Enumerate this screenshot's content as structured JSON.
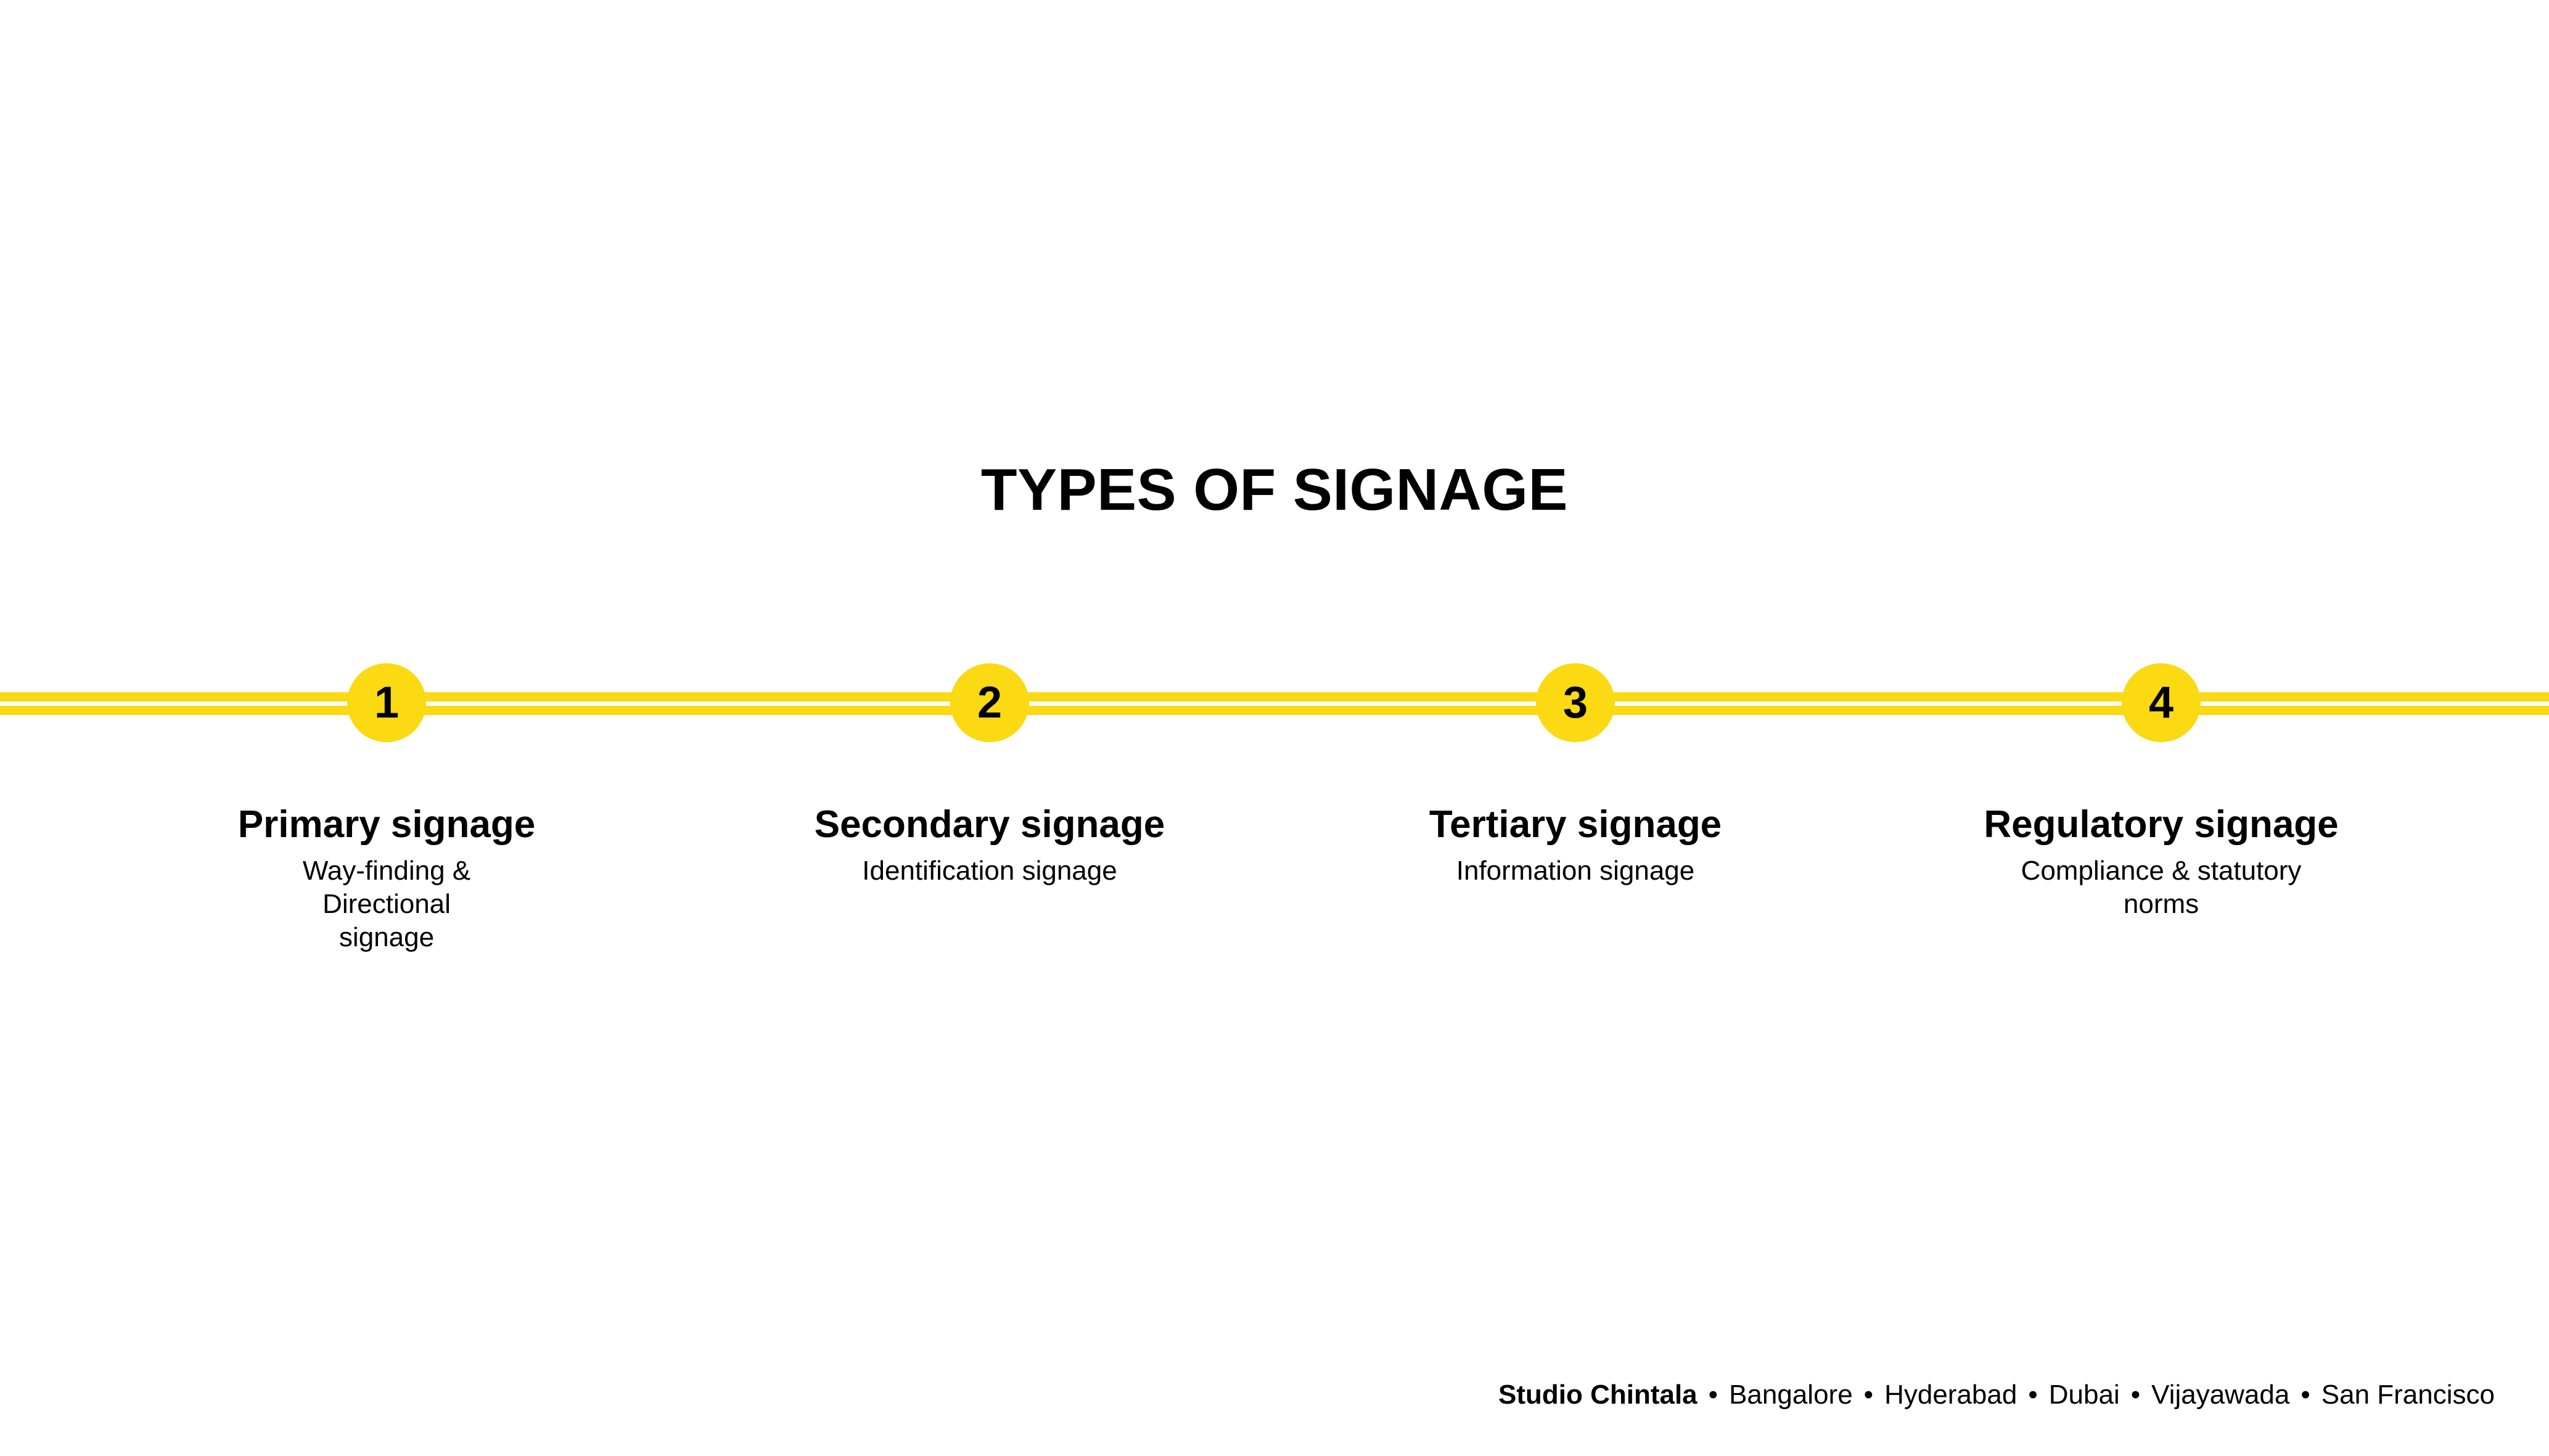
{
  "slide": {
    "title": "TYPES OF SIGNAGE",
    "background_color": "#ffffff",
    "accent_color": "#fbd913",
    "text_color": "#000000"
  },
  "timeline": {
    "rail_color": "#fbd913",
    "steps": [
      {
        "number": "1",
        "title": "Primary signage",
        "subtitle": "Way-finding & Directional signage"
      },
      {
        "number": "2",
        "title": "Secondary signage",
        "subtitle": "Identification signage"
      },
      {
        "number": "3",
        "title": "Tertiary signage",
        "subtitle": "Information signage"
      },
      {
        "number": "4",
        "title": "Regulatory signage",
        "subtitle": "Compliance & statutory norms"
      }
    ]
  },
  "footer": {
    "brand": "Studio Chintala",
    "separator": "•",
    "cities": [
      "Bangalore",
      "Hyderabad",
      "Dubai",
      "Vijayawada",
      "San Francisco"
    ]
  }
}
